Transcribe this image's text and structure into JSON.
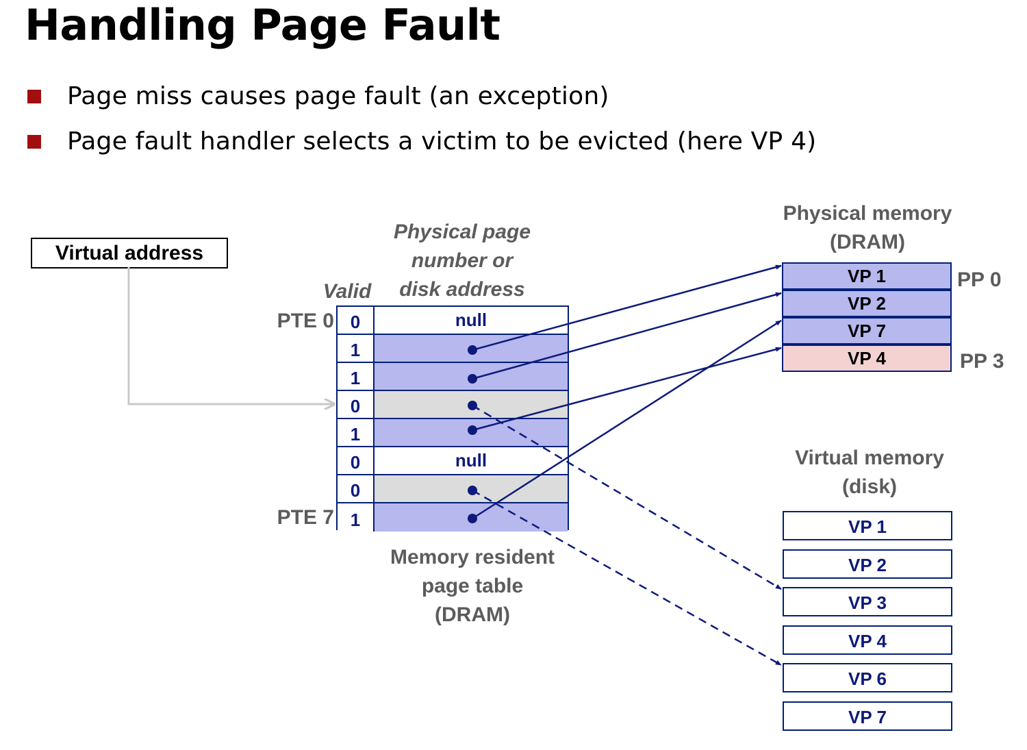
{
  "title": "Handling Page Fault",
  "bullets": [
    "Page miss causes page fault (an exception)",
    "Page fault handler selects a victim to be evicted (here VP 4)"
  ],
  "virtual_address_label": "Virtual address",
  "page_table": {
    "valid_header": "Valid",
    "ppn_header_lines": [
      "Physical page",
      "number or",
      "disk address"
    ],
    "pte_first_label": "PTE 0",
    "pte_last_label": "PTE 7",
    "rows": [
      {
        "valid": "0",
        "content": "null",
        "fill": "white"
      },
      {
        "valid": "1",
        "content": "",
        "fill": "blue"
      },
      {
        "valid": "1",
        "content": "",
        "fill": "blue"
      },
      {
        "valid": "0",
        "content": "",
        "fill": "gray"
      },
      {
        "valid": "1",
        "content": "",
        "fill": "blue"
      },
      {
        "valid": "0",
        "content": "null",
        "fill": "white"
      },
      {
        "valid": "0",
        "content": "",
        "fill": "gray"
      },
      {
        "valid": "1",
        "content": "",
        "fill": "blue"
      }
    ],
    "caption_lines": [
      "Memory resident",
      "page table",
      "(DRAM)"
    ]
  },
  "physical_memory": {
    "title_lines": [
      "Physical memory",
      "(DRAM)"
    ],
    "pages": [
      "VP 1",
      "VP 2",
      "VP 7",
      "VP 4"
    ],
    "pp_first_label": "PP 0",
    "pp_last_label": "PP 3",
    "victim_page": "VP 4"
  },
  "virtual_memory": {
    "title_lines": [
      "Virtual memory",
      "(disk)"
    ],
    "pages": [
      "VP 1",
      "VP 2",
      "VP 3",
      "VP 4",
      "VP 6",
      "VP 7"
    ]
  },
  "colors": {
    "accent_bullet": "#a10e10",
    "table_border": "#001f77",
    "resident_fill": "#b6b8ee",
    "disk_fill": "#dcdcdc",
    "victim_fill": "#f4d2d2",
    "arrow": "#0e1a7a",
    "address_arrow": "#c8c8c8"
  }
}
